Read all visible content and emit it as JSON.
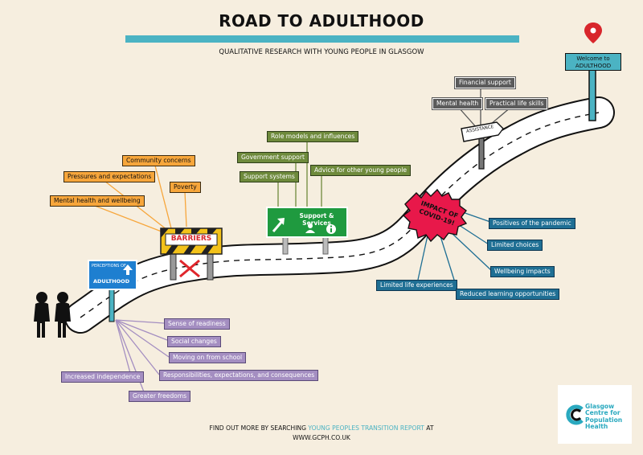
{
  "title": "ROAD TO ADULTHOOD",
  "subtitle": "QUALITATIVE RESEARCH WITH YOUNG PEOPLE IN GLASGOW",
  "welcome_sign": "Welcome to ADULTHOOD",
  "perceptions_sign": {
    "top": "PERCEPTIONS OF",
    "bottom": "ADULTHOOD"
  },
  "barriers_sign": "BARRIERS",
  "support_sign": "Support & Services",
  "covid_sign": {
    "line1": "IMPACT OF",
    "line2": "COVID-19!"
  },
  "assistance_sign": "ASSISTANCE",
  "barriers": [
    "Community concerns",
    "Pressures and expectations",
    "Poverty",
    "Mental health and wellbeing"
  ],
  "support": [
    "Role models and influences",
    "Government support",
    "Support systems",
    "Advice for other young people"
  ],
  "covid": [
    "Positives of the pandemic",
    "Limited choices",
    "Wellbeing impacts",
    "Limited life experiences",
    "Reduced learning opportunities"
  ],
  "assistance": [
    "Financial support",
    "Mental health",
    "Practical life skills"
  ],
  "perceptions": [
    "Sense of readiness",
    "Social changes",
    "Moving on from school",
    "Responsibilities, expectations, and consequences",
    "Increased independence",
    "Greater freedoms"
  ],
  "footer": {
    "prefix": "FIND OUT MORE BY SEARCHING ",
    "highlight": "YOUNG PEOPLES TRANSITION REPORT",
    "suffix": " AT",
    "url": "WWW.GCPH.CO.UK"
  },
  "logo": {
    "line1": "Glasgow",
    "line2": "Centre for",
    "line3": "Population",
    "line4": "Health"
  },
  "colors": {
    "teal": "#4bb3c3",
    "orange": "#f7a63b",
    "purple": "#a48ec1",
    "green": "#6e8a3c",
    "blue": "#1f6f94",
    "grey": "#5b5b5b",
    "covid_red": "#e8184a",
    "map_pin": "#d8262c"
  },
  "icons": [
    "map-pin-icon",
    "children-silhouette-icon",
    "arrow-up-icon",
    "info-icon",
    "cross-icon"
  ]
}
